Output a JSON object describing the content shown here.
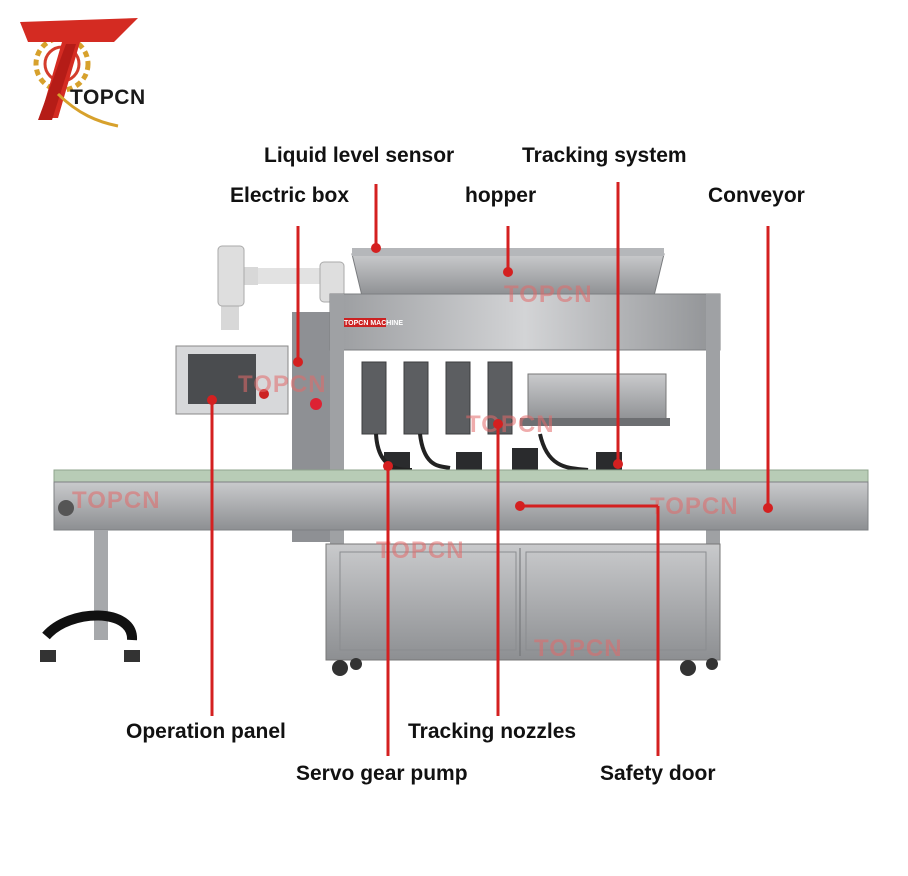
{
  "logo": {
    "name": "logo-icon",
    "brand_text": "TOPCN"
  },
  "watermark": "TOPCN",
  "machine_plate": "TOPCN MACHINE",
  "labels": {
    "liquid_level_sensor": "Liquid level sensor",
    "tracking_system": "Tracking system",
    "electric_box": "Electric box",
    "hopper": "hopper",
    "conveyor": "Conveyor",
    "operation_panel": "Operation panel",
    "tracking_nozzles": "Tracking nozzles",
    "servo_gear_pump": "Servo gear pump",
    "safety_door": "Safety door"
  },
  "colors": {
    "callout": "#d42020",
    "steel": "#a9abad",
    "conveyor_green": "#b8ccb6"
  }
}
